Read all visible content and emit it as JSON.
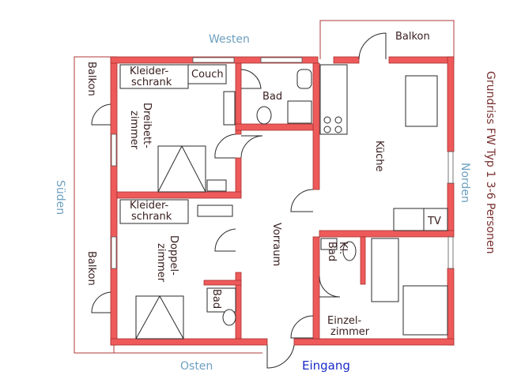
{
  "directions": {
    "west": "Westen",
    "east": "Osten",
    "south": "Süden",
    "north": "Norden"
  },
  "title": "Grundriss FW Typ 1 3-6 Personen",
  "entrance": "Eingang",
  "rooms": {
    "balkon_top": "Balkon",
    "balkon_left_top": "Balkon",
    "balkon_left_bottom": "Balkon",
    "kleiderschrank_top_1": "Kleider-",
    "kleiderschrank_top_2": "schrank",
    "couch": "Couch",
    "dreibett_1": "Dreibett-",
    "dreibett_2": "zimmer",
    "bad_top": "Bad",
    "kueche": "Küche",
    "tv": "TV",
    "kleiderschrank_mid_1": "Kleider-",
    "kleiderschrank_mid_2": "schrank",
    "doppel_1": "Doppel-",
    "doppel_2": "zimmer",
    "bad_small": "Bad",
    "vorraum": "Vorraum",
    "klbad_1": "Kl.",
    "klbad_2": "Bad",
    "einzel_1": "Einzel-",
    "einzel_2": "zimmer"
  },
  "colors": {
    "wall": "#ee5a5a",
    "direction_text": "#6ea0c0",
    "entrance_text": "#1b2ac8"
  }
}
